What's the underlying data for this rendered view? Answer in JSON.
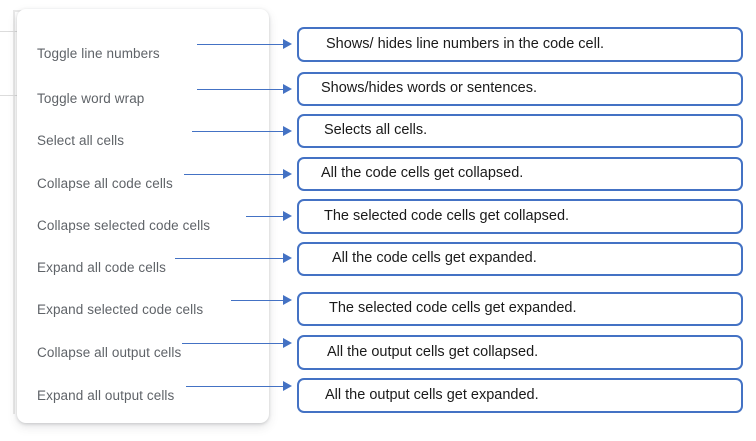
{
  "colors": {
    "arrow": "#4472c4",
    "box_border": "#4472c4",
    "menu_text": "#5f6368",
    "desc_text": "#1a1a1a",
    "panel_bg": "#ffffff"
  },
  "menu_panel": {
    "items": [
      {
        "label": "Toggle line numbers"
      },
      {
        "label": "Toggle word wrap"
      },
      {
        "label": "Select all cells"
      },
      {
        "label": "Collapse all code cells"
      },
      {
        "label": "Collapse selected code cells"
      },
      {
        "label": "Expand all code cells"
      },
      {
        "label": "Expand selected code cells"
      },
      {
        "label": "Collapse all output cells"
      },
      {
        "label": "Expand all output cells"
      }
    ]
  },
  "descriptions": [
    {
      "text": "Shows/ hides line numbers in the code cell."
    },
    {
      "text": "Shows/hides words or sentences."
    },
    {
      "text": "Selects all cells."
    },
    {
      "text": "All the code cells get collapsed."
    },
    {
      "text": "The selected code cells get collapsed."
    },
    {
      "text": "All the code cells get expanded."
    },
    {
      "text": "The selected code cells get expanded."
    },
    {
      "text": "All the output cells get collapsed."
    },
    {
      "text": "All the output cells get expanded."
    }
  ]
}
